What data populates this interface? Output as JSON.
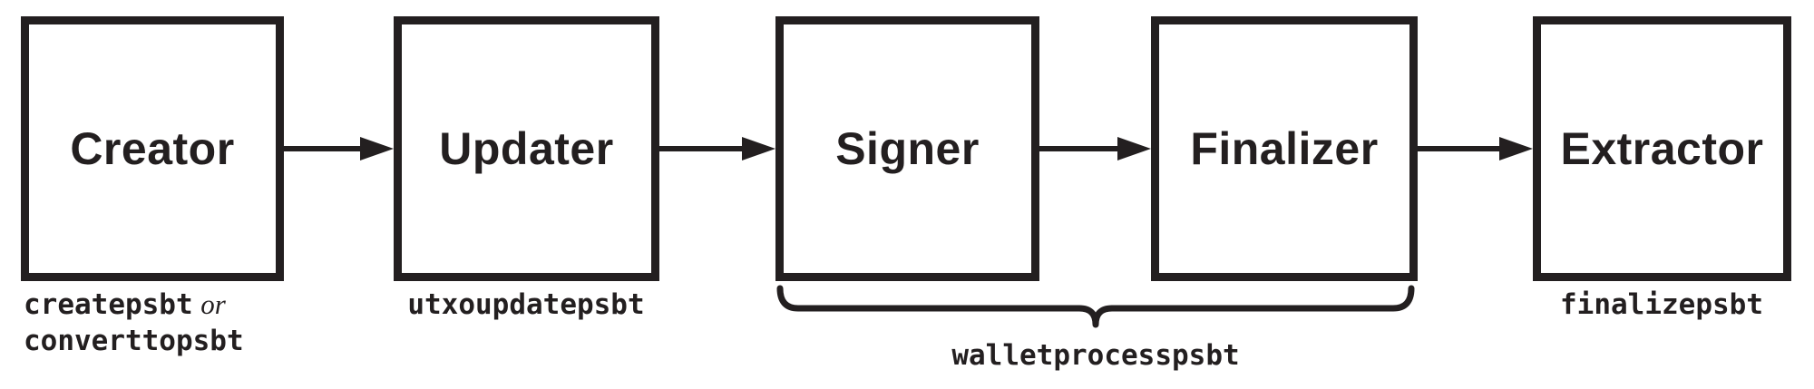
{
  "colors": {
    "ink": "#231f20",
    "background": "#ffffff"
  },
  "boxes": [
    {
      "id": "creator",
      "label": "Creator"
    },
    {
      "id": "updater",
      "label": "Updater"
    },
    {
      "id": "signer",
      "label": "Signer"
    },
    {
      "id": "finalizer",
      "label": "Finalizer"
    },
    {
      "id": "extractor",
      "label": "Extractor"
    }
  ],
  "captions": {
    "creator": {
      "command1": "createpsbt",
      "conjunction": "or",
      "command2": "converttopsbt"
    },
    "updater": {
      "command": "utxoupdatepsbt"
    },
    "signer_finalizer": {
      "command": "walletprocesspsbt"
    },
    "extractor": {
      "command": "finalizepsbt"
    }
  }
}
